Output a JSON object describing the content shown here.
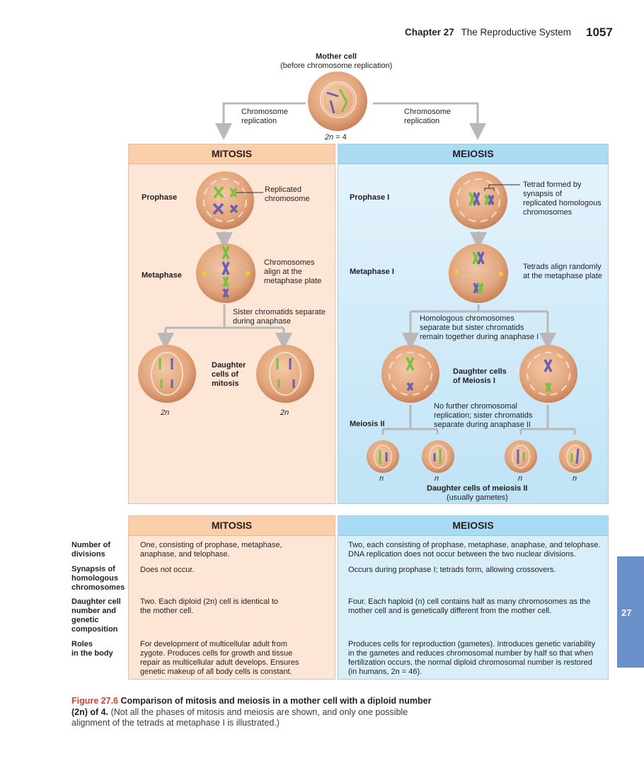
{
  "header": {
    "chapter": "Chapter 27",
    "chapter_title": "The Reproductive System",
    "page_number": "1057"
  },
  "top": {
    "mother_cell_title": "Mother cell",
    "mother_cell_subtitle": "(before chromosome replication)",
    "left_arrow_label_1": "Chromosome",
    "left_arrow_label_2": "replication",
    "right_arrow_label_1": "Chromosome",
    "right_arrow_label_2": "replication",
    "ploidy_prefix": "2n",
    "ploidy_suffix": " = 4"
  },
  "mitosis_panel": {
    "title": "MITOSIS",
    "prophase_label": "Prophase",
    "prophase_callout": [
      "Replicated",
      "chromosome"
    ],
    "metaphase_label": "Metaphase",
    "metaphase_note": [
      "Chromosomes",
      "align at the",
      "metaphase plate"
    ],
    "anaphase_note": [
      "Sister chromatids separate",
      "during anaphase"
    ],
    "daughter_label": [
      "Daughter",
      "cells of",
      "mitosis"
    ],
    "daughter_ploidy": [
      "2n",
      "2n"
    ]
  },
  "meiosis_panel": {
    "title": "MEIOSIS",
    "prophase_label": "Prophase I",
    "prophase_callout": [
      "Tetrad formed by",
      "synapsis of",
      "replicated homologous",
      "chromosomes"
    ],
    "metaphase_label": "Metaphase I",
    "metaphase_note": [
      "Tetrads align randomly",
      "at the metaphase plate"
    ],
    "anaphase_note": [
      "Homologous chromosomes",
      "separate but sister chromatids",
      "remain together during anaphase I"
    ],
    "daughter1_label": [
      "Daughter cells",
      "of Meiosis I"
    ],
    "meiosis2_label": "Meiosis II",
    "meiosis2_note": [
      "No further chromosomal",
      "replication; sister chromatids",
      "separate during anaphase II"
    ],
    "gamete_ploidy": [
      "n",
      "n",
      "n",
      "n"
    ],
    "daughter2_label": "Daughter cells of meiosis II",
    "daughter2_sub": "(usually gametes)"
  },
  "comparison_table": {
    "columns": [
      "MITOSIS",
      "MEIOSIS"
    ],
    "rows": [
      {
        "label": [
          "Number of",
          "divisions"
        ],
        "mitosis": [
          "One, consisting of prophase, metaphase,",
          "anaphase, and telophase."
        ],
        "meiosis": [
          "Two, each consisting of prophase, metaphase, anaphase, and telophase.",
          "DNA replication does not occur between the two nuclear divisions."
        ]
      },
      {
        "label": [
          "Synapsis of",
          "homologous",
          "chromosomes"
        ],
        "mitosis": [
          "Does not occur."
        ],
        "meiosis": [
          "Occurs during prophase I; tetrads form, allowing crossovers."
        ]
      },
      {
        "label": [
          "Daughter cell",
          "number and",
          "genetic",
          "composition"
        ],
        "mitosis": [
          "Two. Each diploid (2n) cell is identical to",
          "the mother cell."
        ],
        "meiosis": [
          "Four. Each haploid (n) cell contains half as many chromosomes as the",
          "mother cell and is genetically different from the mother cell."
        ]
      },
      {
        "label": [
          "Roles",
          "in the body"
        ],
        "mitosis": [
          "For development of multicellular adult from",
          "zygote. Produces cells for growth and tissue",
          "repair as multicellular adult develops. Ensures",
          "genetic makeup of all body cells is constant."
        ],
        "meiosis": [
          "Produces cells for reproduction (gametes). Introduces genetic variability",
          "in the gametes and reduces chromosomal number by half so that when",
          "fertilization occurs, the normal diploid chromosomal number is restored",
          "(in humans, 2n = 46)."
        ]
      }
    ]
  },
  "side_tab": {
    "label": "27",
    "color": "#6b8fc8"
  },
  "caption": {
    "figure_number": "Figure 27.6",
    "bold_text_1": "Comparison of mitosis and meiosis in a mother cell with a diploid",
    "bold_text_2": "number (2n) of 4.",
    "regular_text": "(Not all the phases of mitosis and meiosis are shown, and only one possible alignment of the tetrads at metaphase I is illustrated.)"
  },
  "colors": {
    "mitosis_panel": "#fde6d6",
    "mitosis_header": "#fbcfaa",
    "meiosis_panel": "#d8eff9",
    "meiosis_header": "#a9dcf4",
    "cell_fill": "#e2a57c",
    "chromosome_green": "#7ac143",
    "chromosome_purple": "#6a5fb4",
    "figure_label": "#e03a2c",
    "arrow_gray": "#b8b8b8"
  }
}
